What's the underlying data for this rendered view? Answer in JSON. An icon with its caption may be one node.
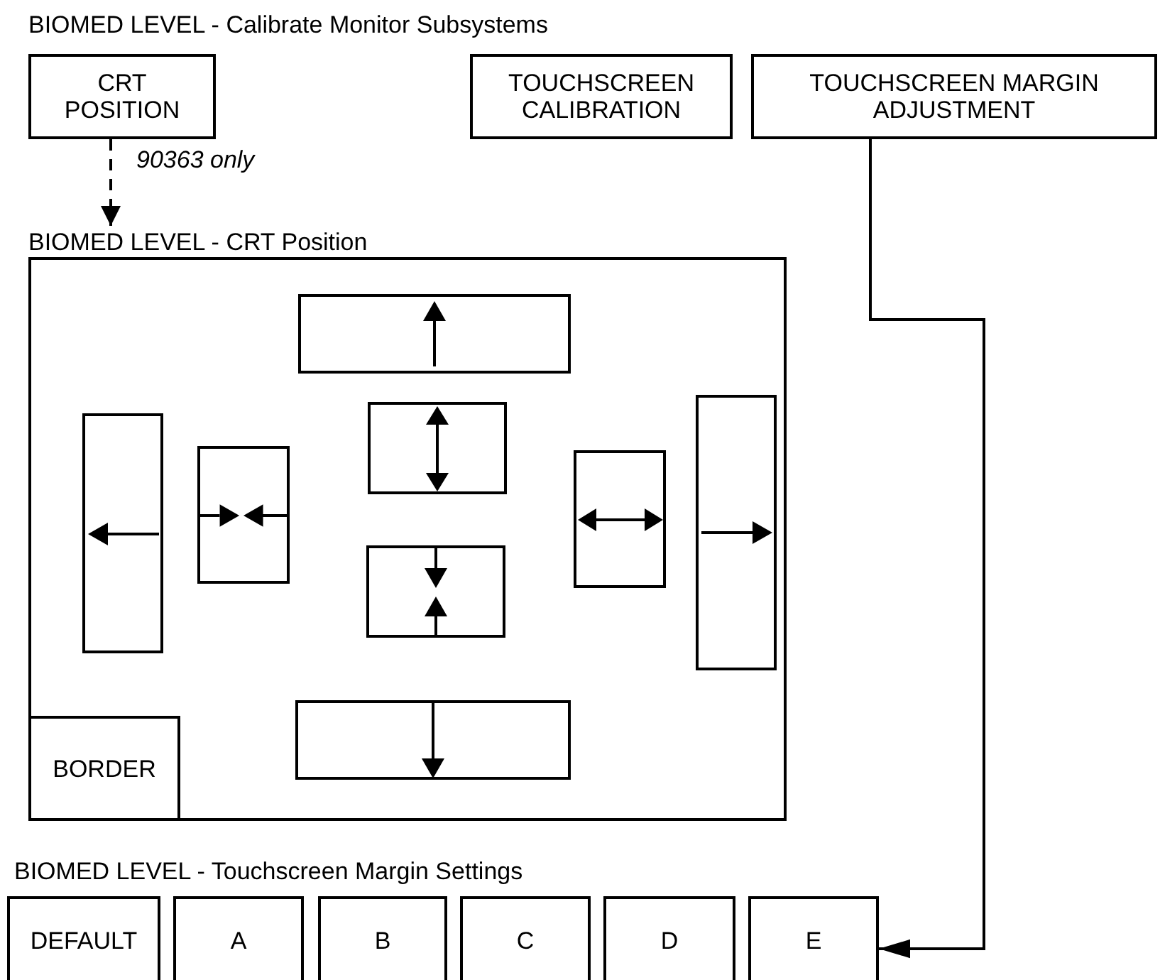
{
  "diagram": {
    "nodes": [
      {
        "text": [
          "CRT POSITION"
        ]
      },
      {
        "text": [
          "TOUCHSCREEN CALIBRATION"
        ]
      },
      {
        "text": [
          "TOUCHSCREEN MARGIN ADJUSTMENT"
        ]
      },
      {
        "text": [
          "BIOMED LEVEL - CRT Position"
        ]
      },
      {
        "text": [],
        "shape": "box",
        "in": 3
      },
      {
        "text": [],
        "shape": "box",
        "in": 3
      },
      {
        "text": [],
        "shape": "box",
        "in": 3
      },
      {
        "text": [],
        "shape": "box",
        "in": 3
      },
      {
        "text": [],
        "shape": "box",
        "in": 3
      },
      {
        "text": [],
        "shape": "box",
        "in": 3
      },
      {
        "text": [],
        "shape": "box",
        "in": 3
      },
      {
        "text": [
          "BORDER"
        ],
        "in": 3
      },
      {
        "text": [],
        "shape": "box",
        "in": 3
      },
      {
        "text": [
          "DEFAULT"
        ]
      },
      {
        "text": [
          "A"
        ]
      },
      {
        "text": [
          "B"
        ]
      },
      {
        "text": [
          "C"
        ]
      },
      {
        "text": [
          "D"
        ]
      },
      {
        "text": [
          "E"
        ]
      }
    ],
    "edges": [
      {
        "from": 0,
        "to": 3,
        "arrow": "to",
        "label": "90363 only",
        "style": "dashed"
      },
      {
        "from": 2,
        "to": 18,
        "arrow": "to"
      }
    ],
    "labels": [
      "BIOMED LEVEL - Calibrate Monitor Subsystems",
      "BIOMED LEVEL - Touchscreen Margin Settings"
    ]
  }
}
